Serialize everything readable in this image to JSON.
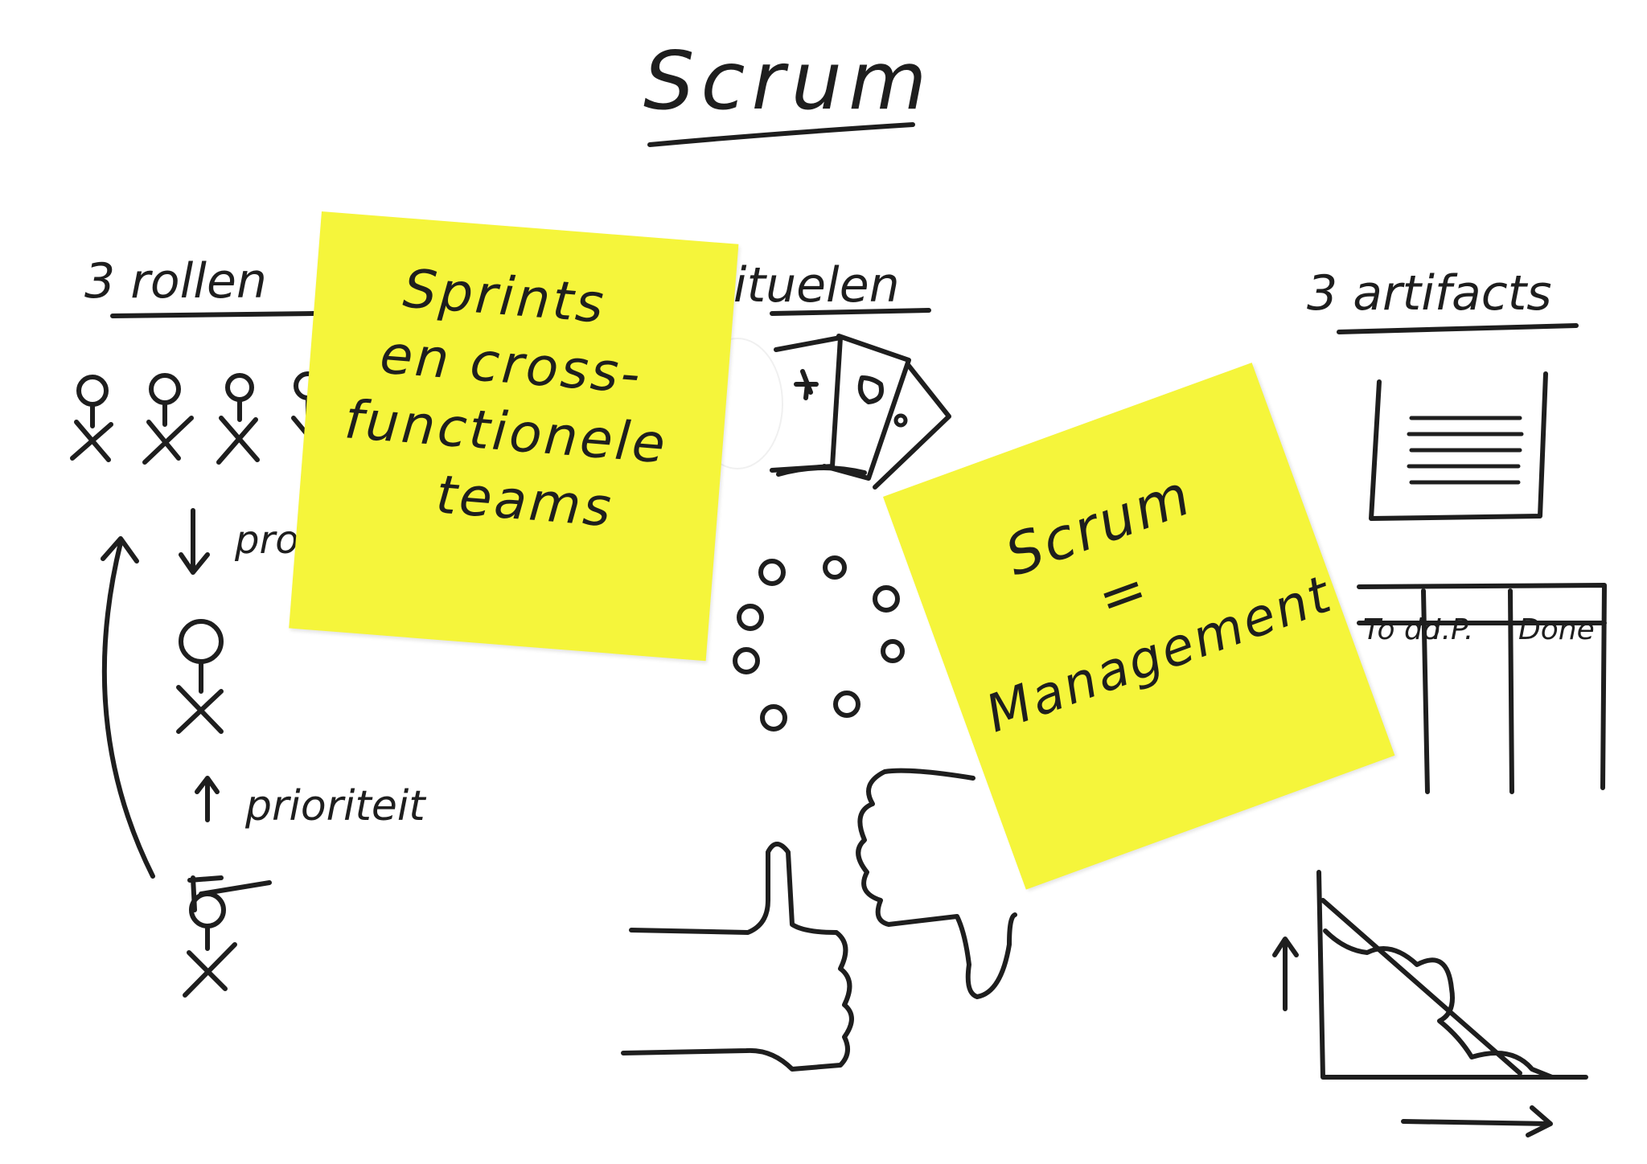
{
  "title": "Scrum",
  "sections": {
    "roles": {
      "heading": "3 rollen",
      "labels": {
        "problems": "problemen",
        "priority": "prioriteit"
      }
    },
    "rituals": {
      "heading": "3 rituelen"
    },
    "artifacts": {
      "heading": "3 artifacts",
      "board_columns": [
        "To do",
        "I.P.",
        "Done"
      ]
    }
  },
  "notes": [
    {
      "lines": [
        "Sprints",
        "en cross-",
        "functionele",
        "teams"
      ]
    },
    {
      "lines": [
        "Scrum",
        "=",
        "Management"
      ]
    }
  ],
  "colors": {
    "ink": "#1e1e1e",
    "sticky_note": "#f5f53b",
    "background": "#ffffff"
  },
  "icons": [
    "stick-figure-icon",
    "planning-cards-icon",
    "daily-standup-circle-icon",
    "thumbs-up-icon",
    "thumbs-down-icon",
    "backlog-list-icon",
    "task-board-icon",
    "burndown-chart-icon"
  ]
}
